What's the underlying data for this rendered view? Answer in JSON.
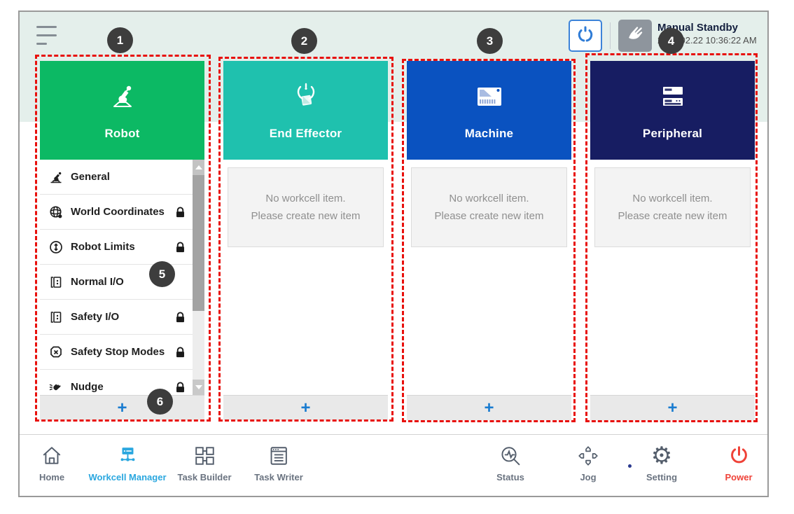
{
  "topbar": {
    "status_title": "Manual Standby",
    "status_time": "2022.02.22 10:36:22 AM"
  },
  "columns": [
    {
      "title": "Robot",
      "color": "#0cb964",
      "add_label": "+",
      "items": [
        {
          "label": "General",
          "locked": false
        },
        {
          "label": "World Coordinates",
          "locked": true
        },
        {
          "label": "Robot Limits",
          "locked": true
        },
        {
          "label": "Normal I/O",
          "locked": false
        },
        {
          "label": "Safety I/O",
          "locked": true
        },
        {
          "label": "Safety Stop Modes",
          "locked": true
        },
        {
          "label": "Nudge",
          "locked": true
        }
      ]
    },
    {
      "title": "End Effector",
      "color": "#1fc1ae",
      "add_label": "+",
      "empty_line1": "No workcell item.",
      "empty_line2": "Please create new item"
    },
    {
      "title": "Machine",
      "color": "#0a52c0",
      "add_label": "+",
      "empty_line1": "No workcell item.",
      "empty_line2": "Please create new item"
    },
    {
      "title": "Peripheral",
      "color": "#171d62",
      "add_label": "+",
      "empty_line1": "No workcell item.",
      "empty_line2": "Please create new item"
    }
  ],
  "badges": [
    "1",
    "2",
    "3",
    "4",
    "5",
    "6"
  ],
  "nav": [
    {
      "label": "Home"
    },
    {
      "label": "Workcell Manager",
      "color": "#2aa7df"
    },
    {
      "label": "Task Builder"
    },
    {
      "label": "Task Writer"
    },
    {
      "label": "Status"
    },
    {
      "label": "Jog"
    },
    {
      "label": "Setting"
    },
    {
      "label": "Power",
      "color": "#ef4238"
    }
  ],
  "colors": {
    "annotation_red": "#e8100c",
    "badge_bg": "#3d3d3d",
    "nav_active": "#2aa7df",
    "power_red": "#ef4238",
    "mint_band": "#e4efeb"
  }
}
